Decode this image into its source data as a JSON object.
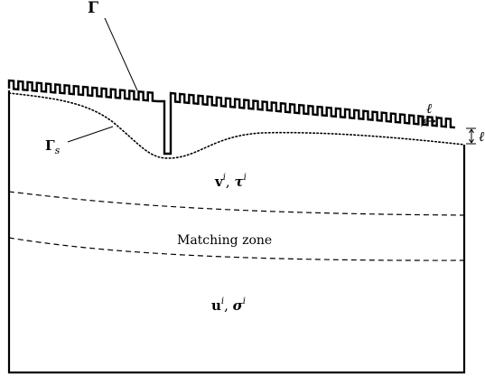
{
  "labels": {
    "gamma": "Γ",
    "gamma_s_main": "Γ",
    "gamma_s_sub": "s",
    "ell_width": "ℓ",
    "ell_height": "ℓ",
    "upper_field_v": "v",
    "upper_field_tau": "τ",
    "upper_sup_1": "i",
    "upper_sup_2": "i",
    "upper_sep": ", ",
    "matching_zone": "Matching zone",
    "lower_field_u": "u",
    "lower_field_sigma": "σ",
    "lower_sup_1": "i",
    "lower_sup_2": "i",
    "lower_sep": ", "
  }
}
